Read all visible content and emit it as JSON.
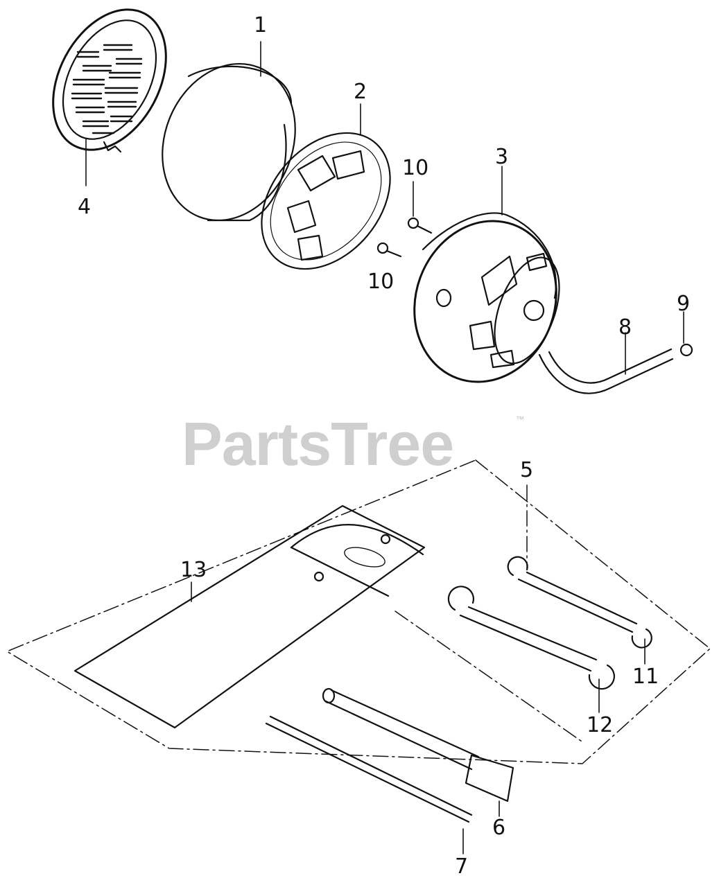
{
  "watermark": {
    "brand": "PartsTree",
    "trademark": "™"
  },
  "callouts": [
    {
      "id": "c1",
      "label": "1"
    },
    {
      "id": "c2",
      "label": "2"
    },
    {
      "id": "c3",
      "label": "3"
    },
    {
      "id": "c4",
      "label": "4"
    },
    {
      "id": "c5",
      "label": "5"
    },
    {
      "id": "c6",
      "label": "6"
    },
    {
      "id": "c7",
      "label": "7"
    },
    {
      "id": "c8",
      "label": "8"
    },
    {
      "id": "c9",
      "label": "9"
    },
    {
      "id": "c10a",
      "label": "10"
    },
    {
      "id": "c10b",
      "label": "10"
    },
    {
      "id": "c11",
      "label": "11"
    },
    {
      "id": "c12",
      "label": "12"
    },
    {
      "id": "c13",
      "label": "13"
    }
  ],
  "colors": {
    "ink": "#111111",
    "watermark": "#cfcfcf"
  }
}
